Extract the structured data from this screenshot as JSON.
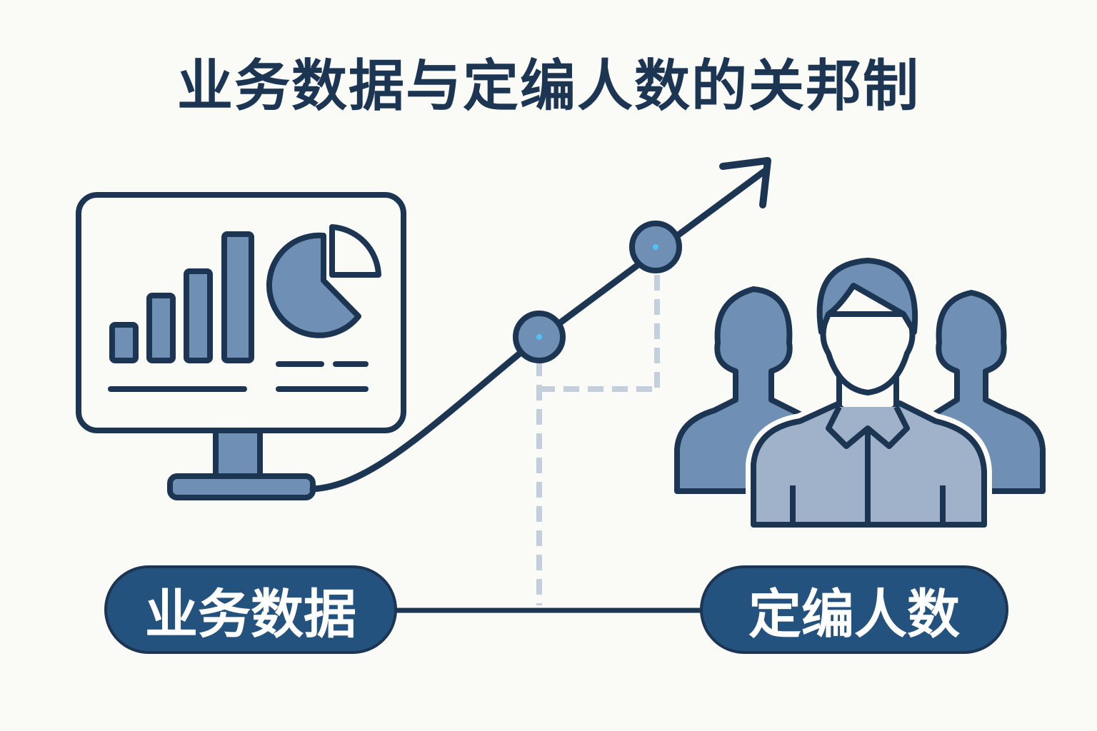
{
  "title": "业务数据与定编人数的关邦制",
  "labels": {
    "business_data": "业务数据",
    "headcount": "定编人数"
  },
  "colors": {
    "navy": "#1c3553",
    "fill": "#6f8fb5",
    "light_fill": "#9fb2c9",
    "pill": "#24527e",
    "dashed": "#c3cfdd",
    "background": "#fafaf7"
  }
}
